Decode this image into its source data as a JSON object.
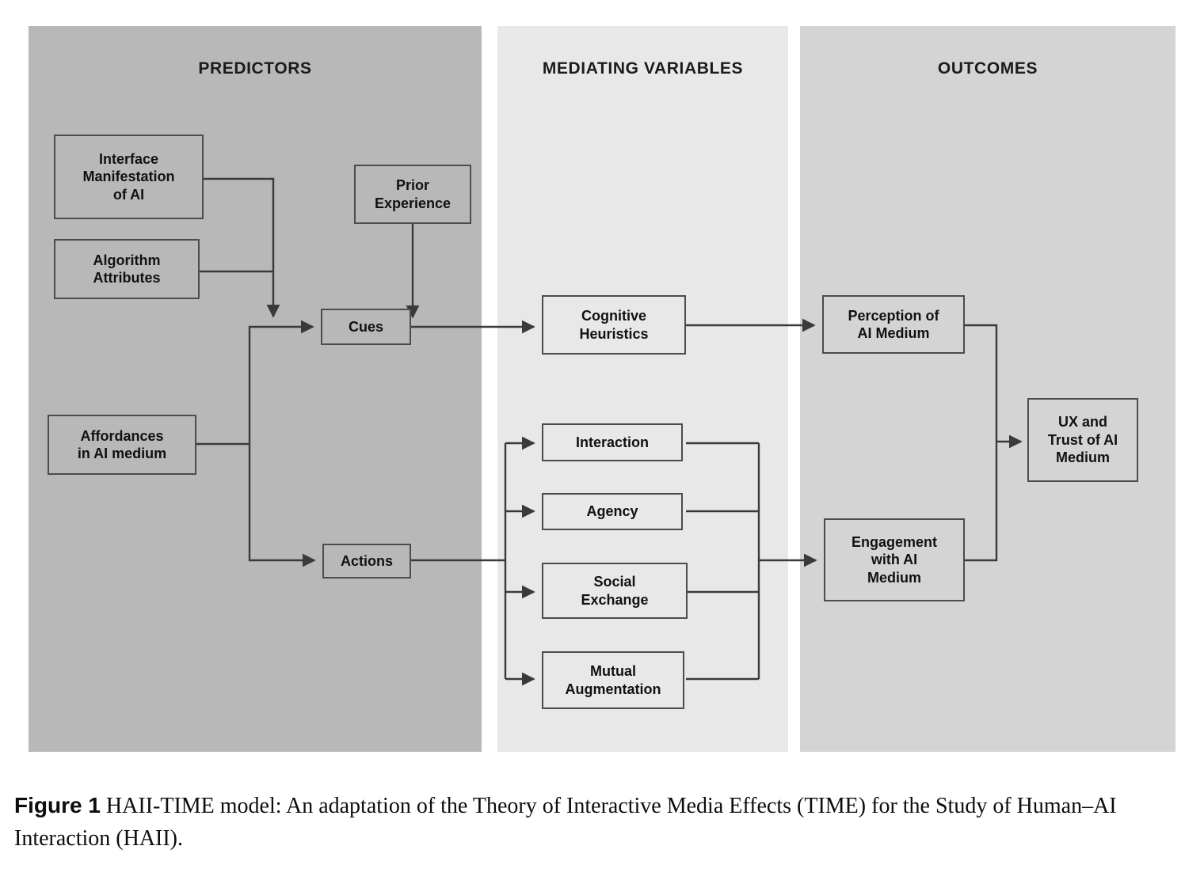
{
  "figure": {
    "caption_label": "Figure 1",
    "caption_text": " HAII-TIME model: An adaptation of the Theory of Interactive Media Effects (TIME) for the Study of Human–AI Interaction (HAII).",
    "colors": {
      "predictors_panel": "#b8b8b8",
      "mediating_panel": "#e8e8e8",
      "outcomes_panel": "#d4d4d4",
      "box_border": "#4c4c4c",
      "connector": "#3a3a3a",
      "text": "#111111",
      "page_background": "#ffffff"
    }
  },
  "columns": {
    "predictors": {
      "title": "PREDICTORS",
      "nodes": [
        {
          "id": "interface-manifestation-of-ai",
          "label": "Interface\nManifestation\nof AI"
        },
        {
          "id": "algorithm-attributes",
          "label": "Algorithm\nAttributes"
        },
        {
          "id": "prior-experience",
          "label": "Prior\nExperience"
        },
        {
          "id": "affordances-in-ai-medium",
          "label": "Affordances\nin AI medium"
        },
        {
          "id": "cues",
          "label": "Cues"
        },
        {
          "id": "actions",
          "label": "Actions"
        }
      ]
    },
    "mediating": {
      "title": "MEDIATING VARIABLES",
      "nodes": [
        {
          "id": "cognitive-heuristics",
          "label": "Cognitive\nHeuristics"
        },
        {
          "id": "interaction",
          "label": "Interaction"
        },
        {
          "id": "agency",
          "label": "Agency"
        },
        {
          "id": "social-exchange",
          "label": "Social\nExchange"
        },
        {
          "id": "mutual-augmentation",
          "label": "Mutual\nAugmentation"
        }
      ]
    },
    "outcomes": {
      "title": "OUTCOMES",
      "nodes": [
        {
          "id": "perception-of-ai-medium",
          "label": "Perception of\nAI Medium"
        },
        {
          "id": "engagement-with-ai-medium",
          "label": "Engagement\nwith AI\nMedium"
        },
        {
          "id": "ux-and-trust-of-ai-medium",
          "label": "UX and\nTrust of AI\nMedium"
        }
      ]
    }
  },
  "chart_data": {
    "type": "diagram",
    "title": "HAII-TIME model",
    "layout": "three-column left-to-right flow",
    "groups": [
      "PREDICTORS",
      "MEDIATING VARIABLES",
      "OUTCOMES"
    ],
    "edges": [
      {
        "from": "interface-manifestation-of-ai",
        "to": "cues",
        "style": "elbow-arrow"
      },
      {
        "from": "algorithm-attributes",
        "to": "cues",
        "style": "elbow-arrow"
      },
      {
        "from": "prior-experience",
        "to": "cues",
        "style": "down-arrow"
      },
      {
        "from": "affordances-in-ai-medium",
        "to": "cues",
        "style": "elbow-arrow"
      },
      {
        "from": "affordances-in-ai-medium",
        "to": "actions",
        "style": "elbow-arrow"
      },
      {
        "from": "cues",
        "to": "cognitive-heuristics",
        "style": "straight-arrow"
      },
      {
        "from": "actions",
        "to": "interaction",
        "style": "elbow-arrow"
      },
      {
        "from": "actions",
        "to": "agency",
        "style": "elbow-arrow"
      },
      {
        "from": "actions",
        "to": "social-exchange",
        "style": "elbow-arrow"
      },
      {
        "from": "actions",
        "to": "mutual-augmentation",
        "style": "elbow-arrow"
      },
      {
        "from": "cognitive-heuristics",
        "to": "perception-of-ai-medium",
        "style": "straight-arrow"
      },
      {
        "from": "interaction",
        "to": "engagement-with-ai-medium",
        "style": "elbow-arrow"
      },
      {
        "from": "agency",
        "to": "engagement-with-ai-medium",
        "style": "elbow-arrow"
      },
      {
        "from": "social-exchange",
        "to": "engagement-with-ai-medium",
        "style": "elbow-arrow"
      },
      {
        "from": "mutual-augmentation",
        "to": "engagement-with-ai-medium",
        "style": "elbow-arrow"
      },
      {
        "from": "perception-of-ai-medium",
        "to": "ux-and-trust-of-ai-medium",
        "style": "elbow-arrow"
      },
      {
        "from": "engagement-with-ai-medium",
        "to": "ux-and-trust-of-ai-medium",
        "style": "elbow-arrow"
      }
    ]
  }
}
